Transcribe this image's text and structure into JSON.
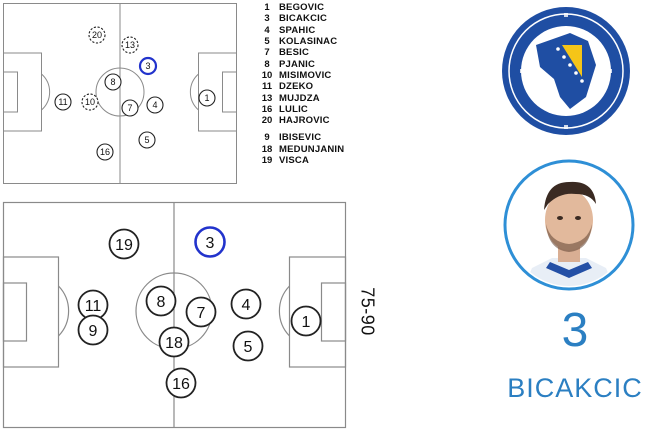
{
  "roster_main": [
    {
      "num": "1",
      "name": "BEGOVIC"
    },
    {
      "num": "3",
      "name": "BICAKCIC"
    },
    {
      "num": "4",
      "name": "SPAHIC"
    },
    {
      "num": "5",
      "name": "KOLASINAC"
    },
    {
      "num": "7",
      "name": "BESIC"
    },
    {
      "num": "8",
      "name": "PJANIC"
    },
    {
      "num": "10",
      "name": "MISIMOVIC"
    },
    {
      "num": "11",
      "name": "DZEKO"
    },
    {
      "num": "13",
      "name": "MUJDZA"
    },
    {
      "num": "16",
      "name": "LULIC"
    },
    {
      "num": "20",
      "name": "HAJROVIC"
    }
  ],
  "roster_subs": [
    {
      "num": "9",
      "name": "IBISEVIC"
    },
    {
      "num": "18",
      "name": "MEDUNJANIN"
    },
    {
      "num": "19",
      "name": "VISCA"
    }
  ],
  "small_field_players": [
    {
      "num": "20",
      "style": "dashed"
    },
    {
      "num": "13",
      "style": "dashed"
    },
    {
      "num": "3",
      "style": "selected"
    },
    {
      "num": "8",
      "style": "solid"
    },
    {
      "num": "11",
      "style": "solid"
    },
    {
      "num": "10",
      "style": "dashed"
    },
    {
      "num": "7",
      "style": "solid"
    },
    {
      "num": "4",
      "style": "solid"
    },
    {
      "num": "1",
      "style": "solid"
    },
    {
      "num": "5",
      "style": "solid"
    },
    {
      "num": "16",
      "style": "solid"
    }
  ],
  "large_field_players": [
    {
      "num": "19",
      "style": "solid"
    },
    {
      "num": "3",
      "style": "selected"
    },
    {
      "num": "11",
      "style": "solid"
    },
    {
      "num": "9",
      "style": "solid"
    },
    {
      "num": "8",
      "style": "solid"
    },
    {
      "num": "7",
      "style": "solid"
    },
    {
      "num": "18",
      "style": "solid"
    },
    {
      "num": "4",
      "style": "solid"
    },
    {
      "num": "1",
      "style": "solid"
    },
    {
      "num": "5",
      "style": "solid"
    },
    {
      "num": "16",
      "style": "solid"
    }
  ],
  "period_label": "75-90",
  "selected": {
    "number": "3",
    "name": "BICAKCIC"
  },
  "colors": {
    "selected_ring": "#2233cc",
    "accent_text": "#2b7fc2",
    "crest_blue": "#1f4ea3",
    "crest_yellow": "#f5c518"
  },
  "crest_icon": "bosnia-herzegovina-fa-crest-icon",
  "avatar_icon": "player-portrait-icon"
}
